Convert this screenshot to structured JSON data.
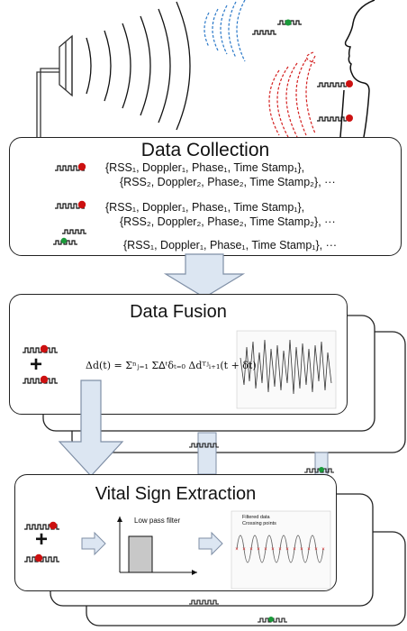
{
  "sections": {
    "collection": {
      "title": "Data Collection",
      "rows": [
        {
          "line1": "{RSS₁, Doppler₁, Phase₁, Time Stamp₁},",
          "line2": "{RSS₂, Doppler₂, Phase₂, Time Stamp₂}, ···"
        },
        {
          "line1": "{RSS₁, Doppler₁, Phase₁, Time Stamp₁},",
          "line2": "{RSS₂, Doppler₂, Phase₂, Time Stamp₂}, ···"
        },
        {
          "line1": "{RSS₁, Doppler₁, Phase₁, Time Stamp₁}, ···"
        }
      ]
    },
    "fusion": {
      "title": "Data Fusion",
      "formula": "Δd(t) = Σⁿⱼ₌₁ Σᐃᵗδₜ₌₀ Δdᵀʲᵢ₊₁(t + δt)",
      "plus": "+"
    },
    "extraction": {
      "title": "Vital Sign Extraction",
      "filter_label": "Low pass filter",
      "plus": "+",
      "plot_legend": [
        "Filtered data",
        "Crossing points"
      ]
    }
  },
  "colors": {
    "tag_red": "#cc1111",
    "tag_green": "#1a9a3a",
    "wave_blue": "#2a78c8",
    "wave_red": "#d42020",
    "arrow_fill": "#dce6f2",
    "arrow_stroke": "#7f8fa6"
  }
}
